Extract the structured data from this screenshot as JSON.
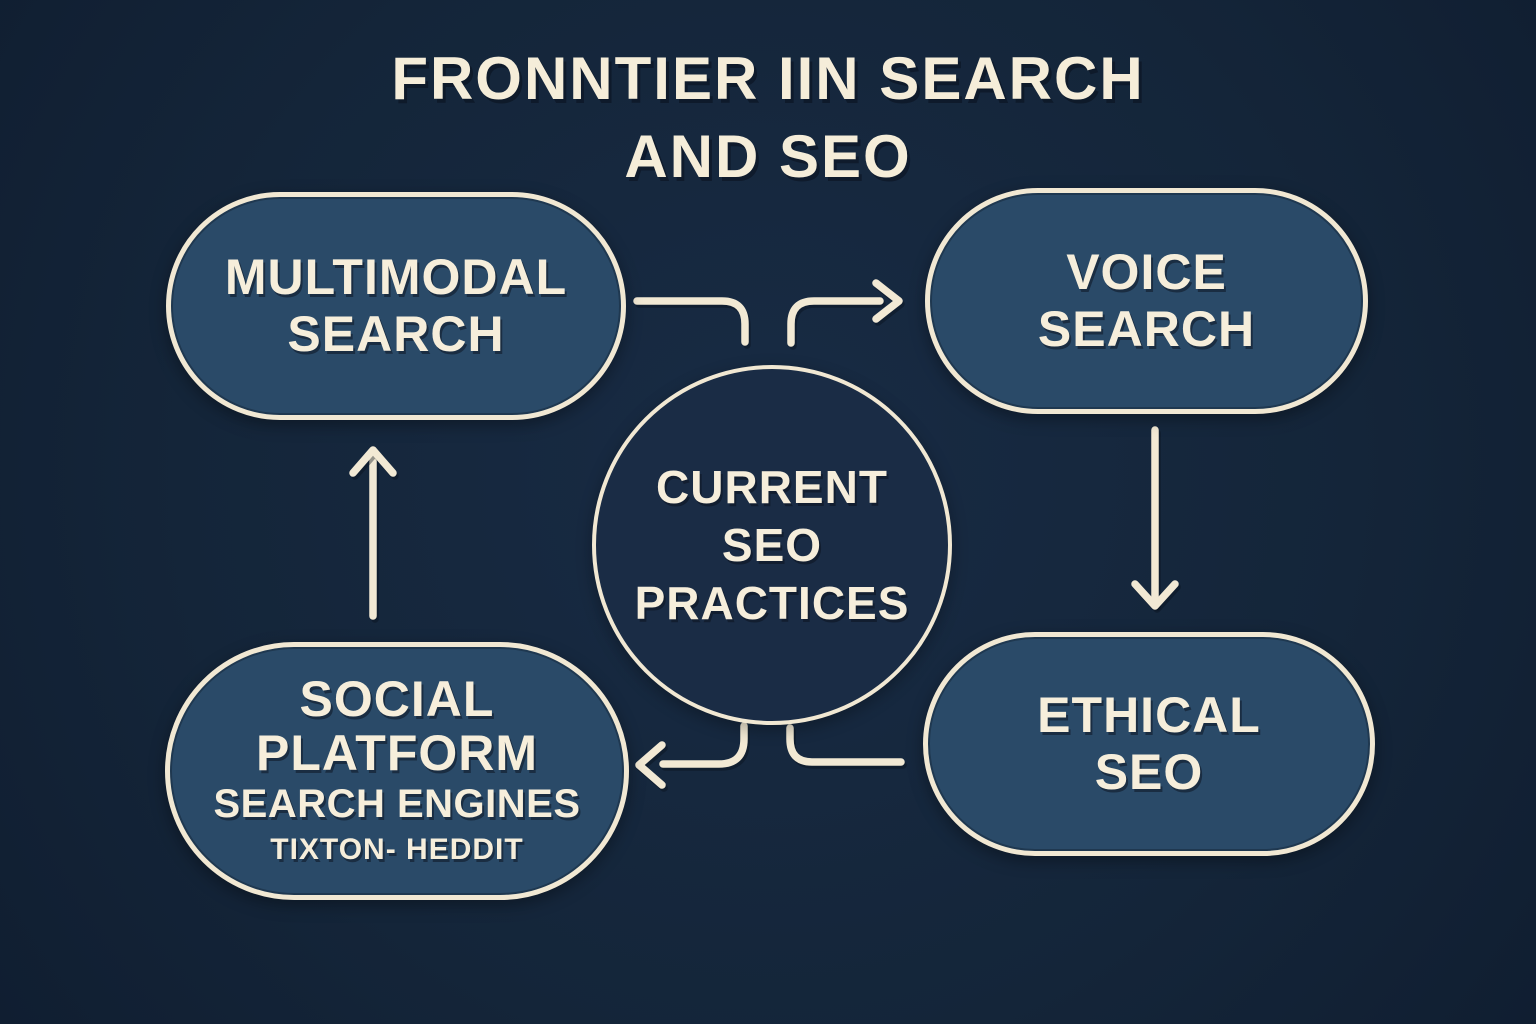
{
  "title": {
    "line1": "FRONNTIER IIN SEARCH",
    "line2": "AND SEO"
  },
  "nodes": {
    "top_left": {
      "lines": [
        "MULTIMODAL",
        "SEARCH"
      ]
    },
    "top_right": {
      "lines": [
        "VOICE",
        "SEARCH"
      ]
    },
    "center": {
      "lines": [
        "CURRENT",
        "SEO",
        "PRACTICES"
      ]
    },
    "bottom_left": {
      "lines": [
        "SOCIAL",
        "PLATFORM"
      ],
      "secondary": "SEARCH ENGINES",
      "tertiary": "TIXTON- HEDDIT"
    },
    "bottom_right": {
      "lines": [
        "ETHICAL",
        "SEO"
      ]
    }
  },
  "arrows": [
    {
      "name": "multimodal-to-center",
      "from": "MULTIMODAL SEARCH",
      "to": "CURRENT SEO PRACTICES",
      "arrowhead": false
    },
    {
      "name": "center-to-voice",
      "from": "CURRENT SEO PRACTICES",
      "to": "VOICE SEARCH",
      "arrowhead": true
    },
    {
      "name": "voice-to-ethical",
      "from": "VOICE SEARCH",
      "to": "ETHICAL SEO",
      "arrowhead": true
    },
    {
      "name": "ethical-to-center",
      "from": "ETHICAL SEO",
      "to": "CURRENT SEO PRACTICES",
      "arrowhead": false
    },
    {
      "name": "center-to-social",
      "from": "CURRENT SEO PRACTICES",
      "to": "SOCIAL PLATFORM SEARCH ENGINES",
      "arrowhead": true
    },
    {
      "name": "social-to-multimodal",
      "from": "SOCIAL PLATFORM SEARCH ENGINES",
      "to": "MULTIMODAL SEARCH",
      "arrowhead": true
    }
  ],
  "colors": {
    "background": "#142539",
    "node_fill": "#2a4a68",
    "circle_fill": "#1a2c45",
    "outline_cream": "#f1e8d3",
    "text_cream": "#f6eedb"
  }
}
